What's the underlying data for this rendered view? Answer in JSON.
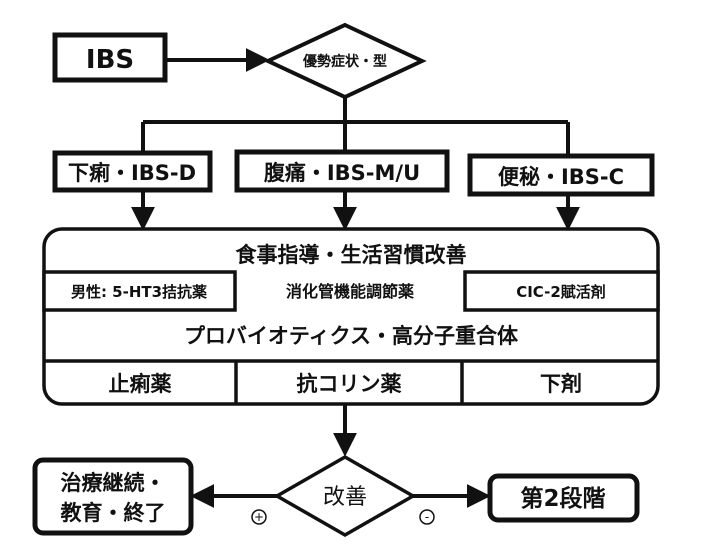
{
  "nodes": {
    "ibs": "IBS",
    "dominant_symptom": "優勢症状・型",
    "diarrhea": "下痢・IBS-D",
    "abdominal_pain": "腹痛・IBS-M/U",
    "constipation": "便秘・IBS-C",
    "diet_lifestyle": "食事指導・生活習慣改善",
    "male_5ht3": "男性: 5-HT3拮抗薬",
    "gi_motility": "消化管機能調節薬",
    "cic2": "CIC-2賦活剤",
    "probiotics": "プロバイオティクス・高分子重合体",
    "antidiarrheal": "止痢薬",
    "anticholinergic": "抗コリン薬",
    "laxative": "下剤",
    "improvement": "改善",
    "continue_line1": "治療継続・",
    "continue_line2": "教育・終了",
    "second_stage": "第2段階"
  },
  "edge_labels": {
    "plus": "+",
    "minus": "-"
  }
}
